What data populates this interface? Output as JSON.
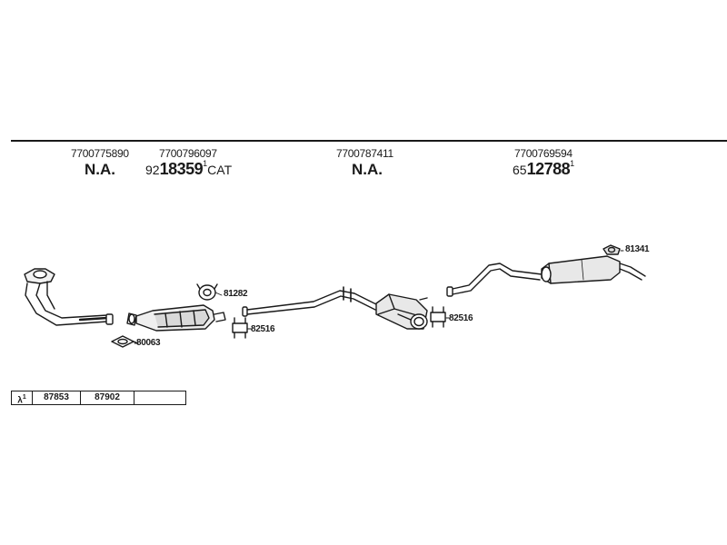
{
  "header": {
    "oe_numbers": [
      "7700775890",
      "7700796097",
      "7700787411",
      "7700769594"
    ],
    "na_1": "N.A.",
    "na_2": "N.A.",
    "part_cat": {
      "prefix": "92",
      "main": "18359",
      "sup": "1",
      "suffix": "CAT"
    },
    "part_rear": {
      "prefix": "65",
      "main": "12788",
      "sup": "1"
    }
  },
  "callouts": {
    "gasket_front": "80063",
    "clamp_cat": "81282",
    "bracket_mid": "82516",
    "bracket_rear": "82516",
    "mount_rear": "81341"
  },
  "lambda_table": {
    "symbol": "λ",
    "sup": "1",
    "cells": [
      "87853",
      "87902",
      ""
    ]
  }
}
